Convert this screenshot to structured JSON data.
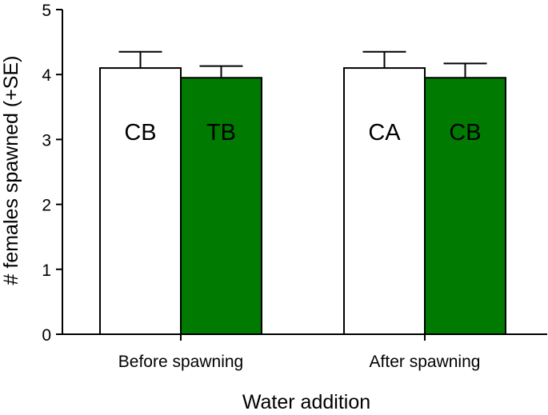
{
  "chart_data": {
    "type": "bar",
    "title": "",
    "xlabel": "Water addition",
    "ylabel": "# females spawned (+SE)",
    "ylim": [
      0,
      5
    ],
    "yticks": [
      0,
      1,
      2,
      3,
      4,
      5
    ],
    "groups": [
      {
        "category": "Before spawning",
        "bars": [
          {
            "label": "CB",
            "value": 4.1,
            "se": 0.25,
            "fill": "#ffffff"
          },
          {
            "label": "TB",
            "value": 3.95,
            "se": 0.18,
            "fill": "#007a00"
          }
        ]
      },
      {
        "category": "After spawning",
        "bars": [
          {
            "label": "CA",
            "value": 4.1,
            "se": 0.25,
            "fill": "#ffffff"
          },
          {
            "label": "CB",
            "value": 3.95,
            "se": 0.22,
            "fill": "#007a00"
          }
        ]
      }
    ],
    "grid": false,
    "legend": "none",
    "colors": {
      "control": "#ffffff",
      "treatment": "#007a00",
      "stroke": "#000000"
    }
  }
}
